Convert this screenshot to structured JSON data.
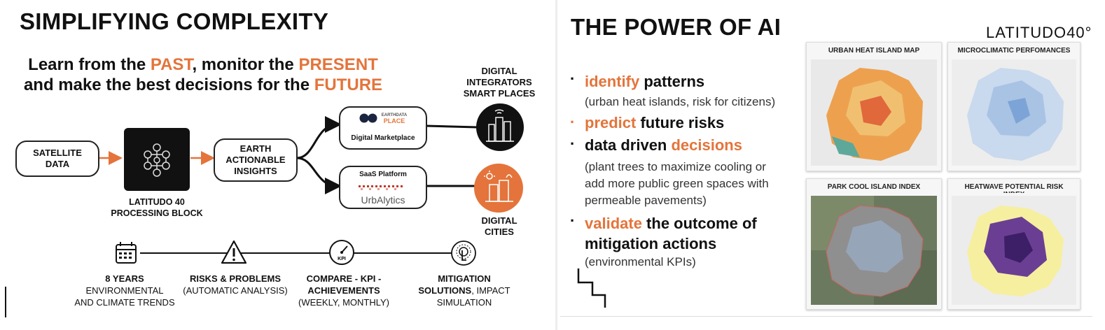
{
  "left": {
    "title": "SIMPLIFYING COMPLEXITY",
    "subtitle": {
      "l1a": "Learn from the ",
      "l1b": "PAST",
      "l1c": ", monitor the ",
      "l1d": "PRESENT",
      "l2a": "and make the best decisions for the ",
      "l2b": "FUTURE"
    },
    "satellite": "SATELLITE\nDATA",
    "processing_caption": "LATITUDO 40\nPROCESSING BLOCK",
    "earth": "EARTH\nACTIONABLE\nINSIGHTS",
    "marketplace_logo_l1": "EARTHDATA",
    "marketplace_logo_l2": "PLACE",
    "marketplace": "Digital Marketplace",
    "saas": "SaaS Platform",
    "urbalytics": "UrbAlytics",
    "integrators": "DIGITAL\nINTEGRATORS\nSMART PLACES",
    "cities": "DIGITAL\nCITIES",
    "kpi_label": "KPI",
    "steps": [
      {
        "bold": "8 YEARS",
        "rest": "ENVIRONMENTAL\nAND CLIMATE TRENDS"
      },
      {
        "bold": "RISKS & PROBLEMS",
        "rest": "(AUTOMATIC ANALYSIS)"
      },
      {
        "bold": "COMPARE  - KPI -\nACHIEVEMENTS",
        "rest": "(WEEKLY, MONTHLY)"
      },
      {
        "bold": "MITIGATION\nSOLUTIONS",
        "rest_inline": ", IMPACT",
        "rest": "SIMULATION"
      }
    ]
  },
  "right": {
    "title": "THE POWER OF AI",
    "logo": "LATITUDO40°",
    "bullets": {
      "b1_accent": "identify",
      "b1_rest": " patterns",
      "b1_note": "(urban heat islands, risk for citizens)",
      "b2_accent": "predict",
      "b2_rest": " future risks",
      "b3_pre": "data driven ",
      "b3_accent": "decisions",
      "b3_note": "(plant trees to maximize cooling or\nadd more public green spaces with\npermeable pavements)",
      "b4_accent": "validate",
      "b4_rest": " the outcome of\nmitigation actions",
      "b4_note": "(environmental KPIs)"
    },
    "maps": [
      "URBAN HEAT ISLAND MAP",
      "MICROCLIMATIC PERFOMANCES",
      "PARK COOL ISLAND INDEX",
      "HEATWAVE POTENTIAL RISK\nINDEX"
    ]
  },
  "colors": {
    "accent": "#e4743b",
    "dark": "#111111"
  }
}
